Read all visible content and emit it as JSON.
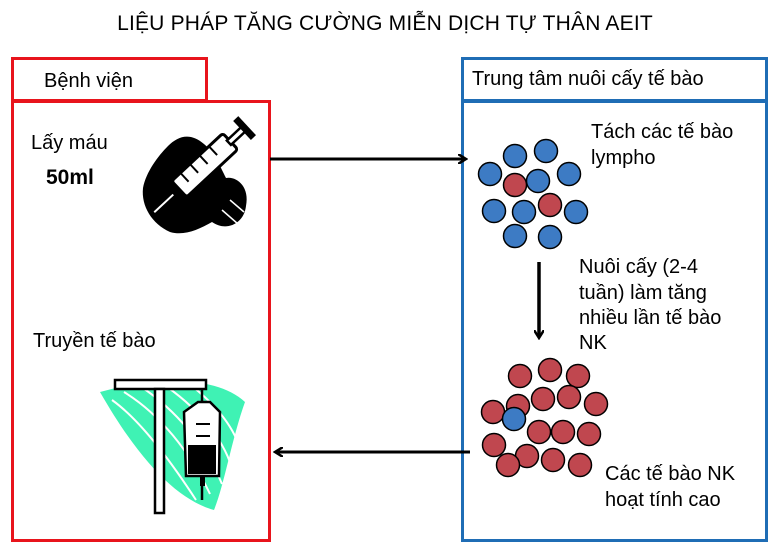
{
  "title": "LIỆU PHÁP TĂNG CƯỜNG MIỄN DỊCH TỰ THÂN AEIT",
  "hospital": {
    "header": "Bệnh viện",
    "blood_draw_label": "Lấy máu",
    "blood_volume": "50ml",
    "infusion_label": "Truyền tế bào"
  },
  "center": {
    "header": "Trung tâm nuôi cấy tế bào",
    "separate_line1": "Tách các tế bào",
    "separate_line2": "lympho",
    "culture_line1": "Nuôi cấy (2-4",
    "culture_line2": "tuần) làm tăng",
    "culture_line3": "nhiều lần tế bào",
    "culture_line4": "NK",
    "result_line1": "Các tế bào NK",
    "result_line2": "hoạt tính cao"
  },
  "colors": {
    "hospital_border": "#e8141c",
    "center_border": "#1f6db5",
    "lymphocyte_blue": "#3d7bc4",
    "nk_cell_red": "#c0474f",
    "bag_green": "#3ff2b4"
  },
  "icons": [
    "syringe-icon",
    "iv-drip-icon"
  ]
}
